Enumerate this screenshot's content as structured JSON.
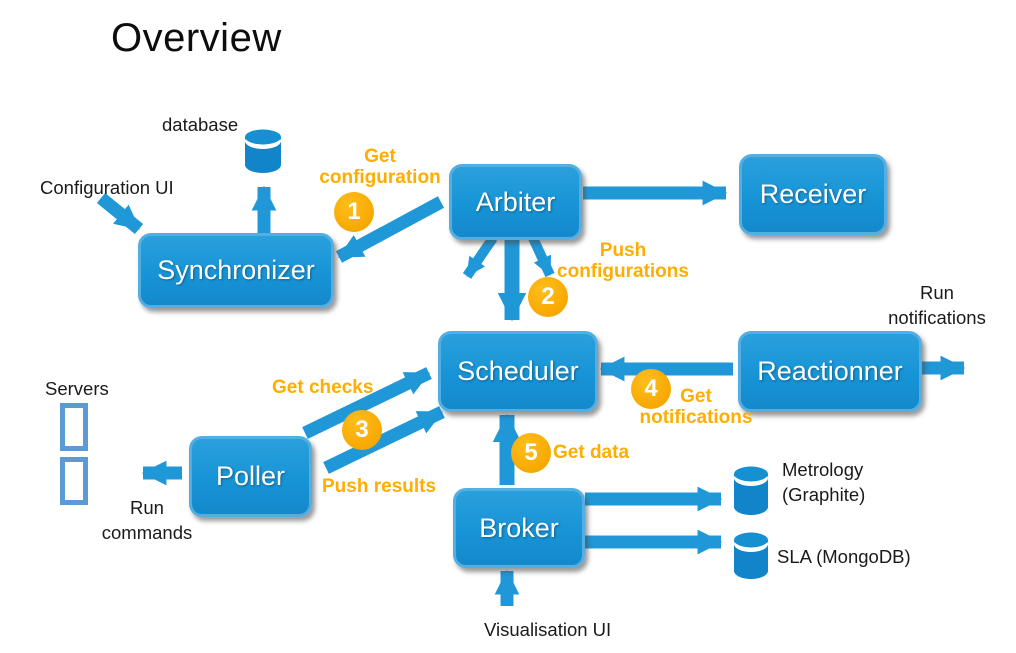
{
  "title": "Overview",
  "nodes": {
    "synchronizer": "Synchronizer",
    "arbiter": "Arbiter",
    "receiver": "Receiver",
    "scheduler": "Scheduler",
    "reactionner": "Reactionner",
    "poller": "Poller",
    "broker": "Broker"
  },
  "step_numbers": {
    "step1": "1",
    "step2": "2",
    "step3": "3",
    "step4": "4",
    "step5": "5"
  },
  "flow_labels": {
    "get_configuration": "Get configuration",
    "push_configurations": "Push configurations",
    "get_checks": "Get checks",
    "push_results": "Push results",
    "get_notifications": "Get notifications",
    "get_data": "Get data"
  },
  "annotations": {
    "database": "database",
    "configuration_ui": "Configuration UI",
    "servers": "Servers",
    "run_commands": "Run commands",
    "run_notifications": "Run notifications",
    "metrology": "Metrology (Graphite)",
    "sla": "SLA (MongoDB)",
    "visualisation_ui": "Visualisation UI"
  },
  "colors": {
    "node_fill": "#1794D6",
    "node_border": "#55AEE1",
    "arrow_blue": "#2098D8",
    "step_circle_orange": "#F7A800",
    "flow_text_orange": "#FFAE00",
    "server_outline": "#5B9BD5",
    "cylinder_blue": "#1284C9",
    "text_black": "#1A1A1A"
  }
}
